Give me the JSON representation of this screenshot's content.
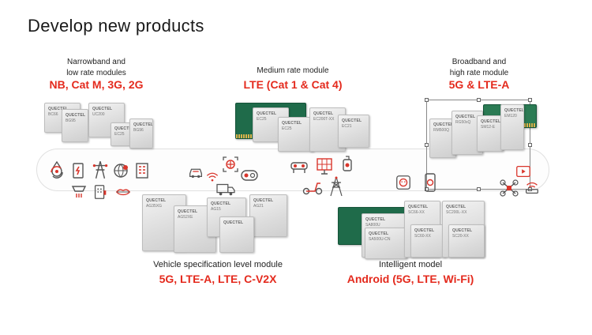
{
  "heading": "Develop new products",
  "groups": {
    "narrowband": {
      "caption_line1": "Narrowband and",
      "caption_line2": "low rate modules",
      "highlight": "NB, Cat M, 3G, 2G"
    },
    "medium": {
      "caption_line1": "Medium rate module",
      "highlight": "LTE (Cat 1 & Cat 4)"
    },
    "broadband": {
      "caption_line1": "Broadband and",
      "caption_line2": "high rate module",
      "highlight": "5G & LTE-A"
    },
    "vehicle": {
      "caption_line1": "Vehicle specification level module",
      "highlight": "5G, LTE-A, LTE, C-V2X"
    },
    "intelligent": {
      "caption_line1": "Intelligent model",
      "highlight": "Android (5G, LTE, Wi-Fi)"
    }
  },
  "module_labels": {
    "brand": "QUECTEL",
    "nb1": "BC66",
    "nb2": "BG95",
    "nb3": "UC200",
    "nb4": "EC25",
    "nb5": "BG96",
    "m1": "EC25",
    "m2": "EC25",
    "m3": "EC200T-XX",
    "m4": "EC21",
    "b1": "RM500Q",
    "b2": "RG50xQ",
    "b3": "SM12-E",
    "b4": "EM120",
    "v1": "AG35XG",
    "v2": "AG52XE",
    "v3": "AG15",
    "v4": "AG21",
    "i1": "SA800U",
    "i2": "SC66-XX",
    "i3": "SC200L-XX",
    "i4": "SA500U-CN",
    "i5": "SC60-XX",
    "i6": "SC20-XX"
  },
  "colors": {
    "accent_red": "#e42a1d",
    "icon_red": "#d9352b",
    "icon_gray": "#555555",
    "band_border": "#e0e0e0"
  },
  "icons": [
    "droplet-meter-icon",
    "cycle-arrows-icon",
    "ev-charger-icon",
    "power-tower-icon",
    "globe-pin-icon",
    "building-icon",
    "smoke-detector-icon",
    "keypad-lock-icon",
    "lips-icon",
    "car-icon",
    "wifi-signal-icon",
    "truck-icon",
    "target-scan-icon",
    "traffic-light-icon",
    "robot-arm-icon",
    "solar-panel-icon",
    "lantern-icon",
    "scooter-icon",
    "transmission-tower-icon",
    "face-scan-icon",
    "phone-pay-icon",
    "video-icon",
    "drone-icon",
    "router-icon"
  ]
}
